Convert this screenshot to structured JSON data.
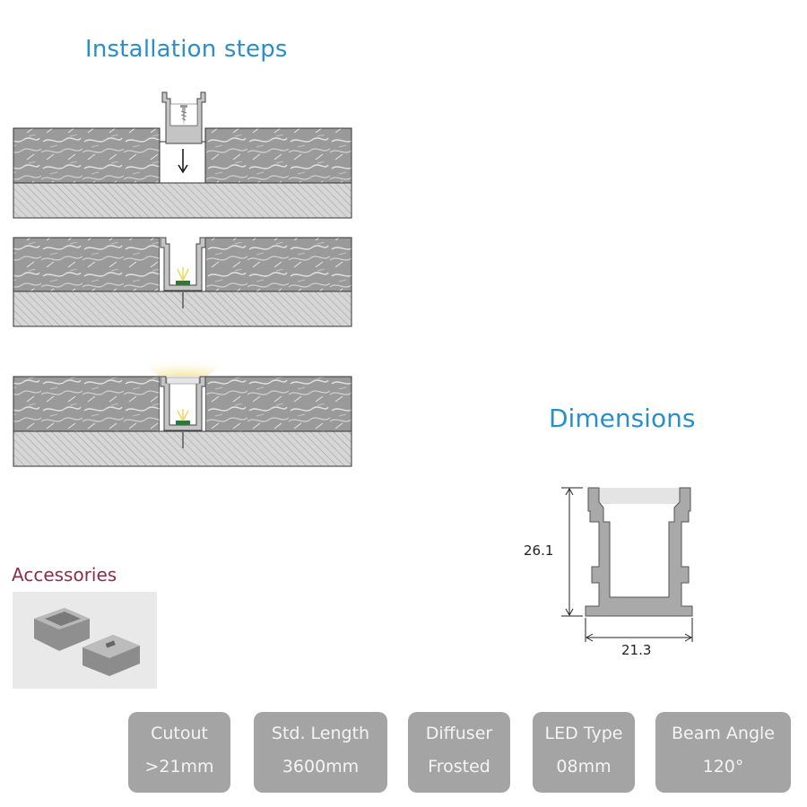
{
  "headings": {
    "installation": "Installation steps",
    "dimensions": "Dimensions",
    "accessories": "Accessories"
  },
  "dimensions": {
    "height": "26.1",
    "width": "21.3"
  },
  "specs": [
    {
      "label": "Cutout",
      "value": ">21mm"
    },
    {
      "label": "Std. Length",
      "value": "3600mm"
    },
    {
      "label": "Diffuser",
      "value": "Frosted"
    },
    {
      "label": "LED Type",
      "value": "08mm"
    },
    {
      "label": "Beam Angle",
      "value": "120°"
    }
  ],
  "colors": {
    "heading": "#2a8fc9",
    "accessories": "#8a2f47",
    "spec_box": "#a4a4a4",
    "stone": "#9a9a9a",
    "profile": "#bcbcbc",
    "led": "#2b7a3a",
    "light": "#f3e08a"
  }
}
